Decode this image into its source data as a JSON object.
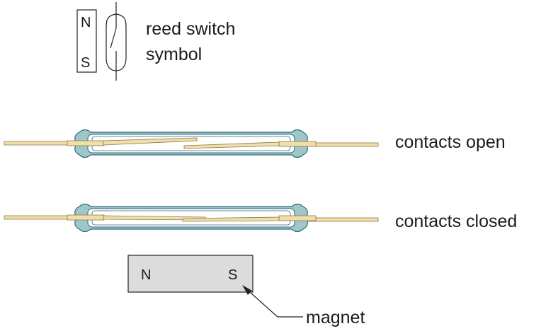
{
  "symbol": {
    "north_pole": "N",
    "south_pole": "S",
    "caption_line1": "reed switch",
    "caption_line2": "symbol"
  },
  "switches": [
    {
      "state": "open",
      "label": "contacts open"
    },
    {
      "state": "closed",
      "label": "contacts closed"
    }
  ],
  "magnet": {
    "north_pole": "N",
    "south_pole": "S",
    "label": "magnet"
  },
  "colors": {
    "glass_fill": "#ffffff",
    "glass_outline": "#2e6a7a",
    "glass_seal": "#9fc7c7",
    "reed_fill": "#f2dea6",
    "reed_outline": "#8a7a50",
    "magnet_fill": "#dcdcdc",
    "line": "#222222"
  }
}
